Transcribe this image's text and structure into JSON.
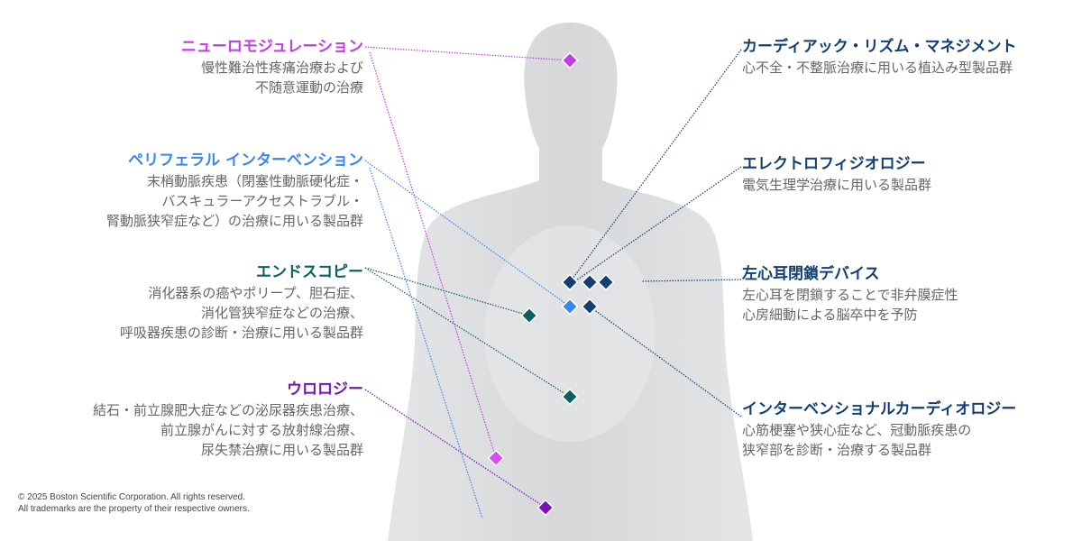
{
  "colors": {
    "neuro": "#c23be8",
    "peripheral": "#3a86f0",
    "endoscopy": "#0d5e5e",
    "urology": "#7a12b8",
    "urology_marker": "#d94cf0",
    "cardiac": "#123e72",
    "body": "#d9dbdd"
  },
  "left": [
    {
      "title": "ニューロモジュレーション",
      "lines": [
        "慢性難治性疼痛治療および",
        "不随意運動の治療"
      ]
    },
    {
      "title": "ペリフェラル インターベンション",
      "lines": [
        "末梢動脈疾患（閉塞性動脈硬化症・",
        "バスキュラーアクセストラブル・",
        "腎動脈狭窄症など）の治療に用いる製品群"
      ]
    },
    {
      "title": "エンドスコピー",
      "lines": [
        "消化器系の癌やポリープ、胆石症、",
        "消化管狭窄症などの治療、",
        "呼吸器疾患の診断・治療に用いる製品群"
      ]
    },
    {
      "title": "ウロロジー",
      "lines": [
        "結石・前立腺肥大症などの泌尿器疾患治療、",
        "前立腺がんに対する放射線治療、",
        "尿失禁治療に用いる製品群"
      ]
    }
  ],
  "right": [
    {
      "title": "カーディアック・リズム・マネジメント",
      "lines": [
        "心不全・不整脈治療に用いる植込み型製品群"
      ]
    },
    {
      "title": "エレクトロフィジオロジー",
      "lines": [
        "電気生理学治療に用いる製品群"
      ]
    },
    {
      "title": "左心耳閉鎖デバイス",
      "lines": [
        "左心耳を閉鎖することで非弁膜症性",
        "心房細動による脳卒中を予防"
      ]
    },
    {
      "title": "インターベンショナルカーディオロジー",
      "lines": [
        "心筋梗塞や狭心症など、冠動脈疾患の",
        "狭窄部を診断・治療する製品群"
      ]
    }
  ],
  "copyright": [
    "© 2025 Boston Scientific Corporation. All rights reserved.",
    "All trademarks are the property of their respective owners."
  ]
}
